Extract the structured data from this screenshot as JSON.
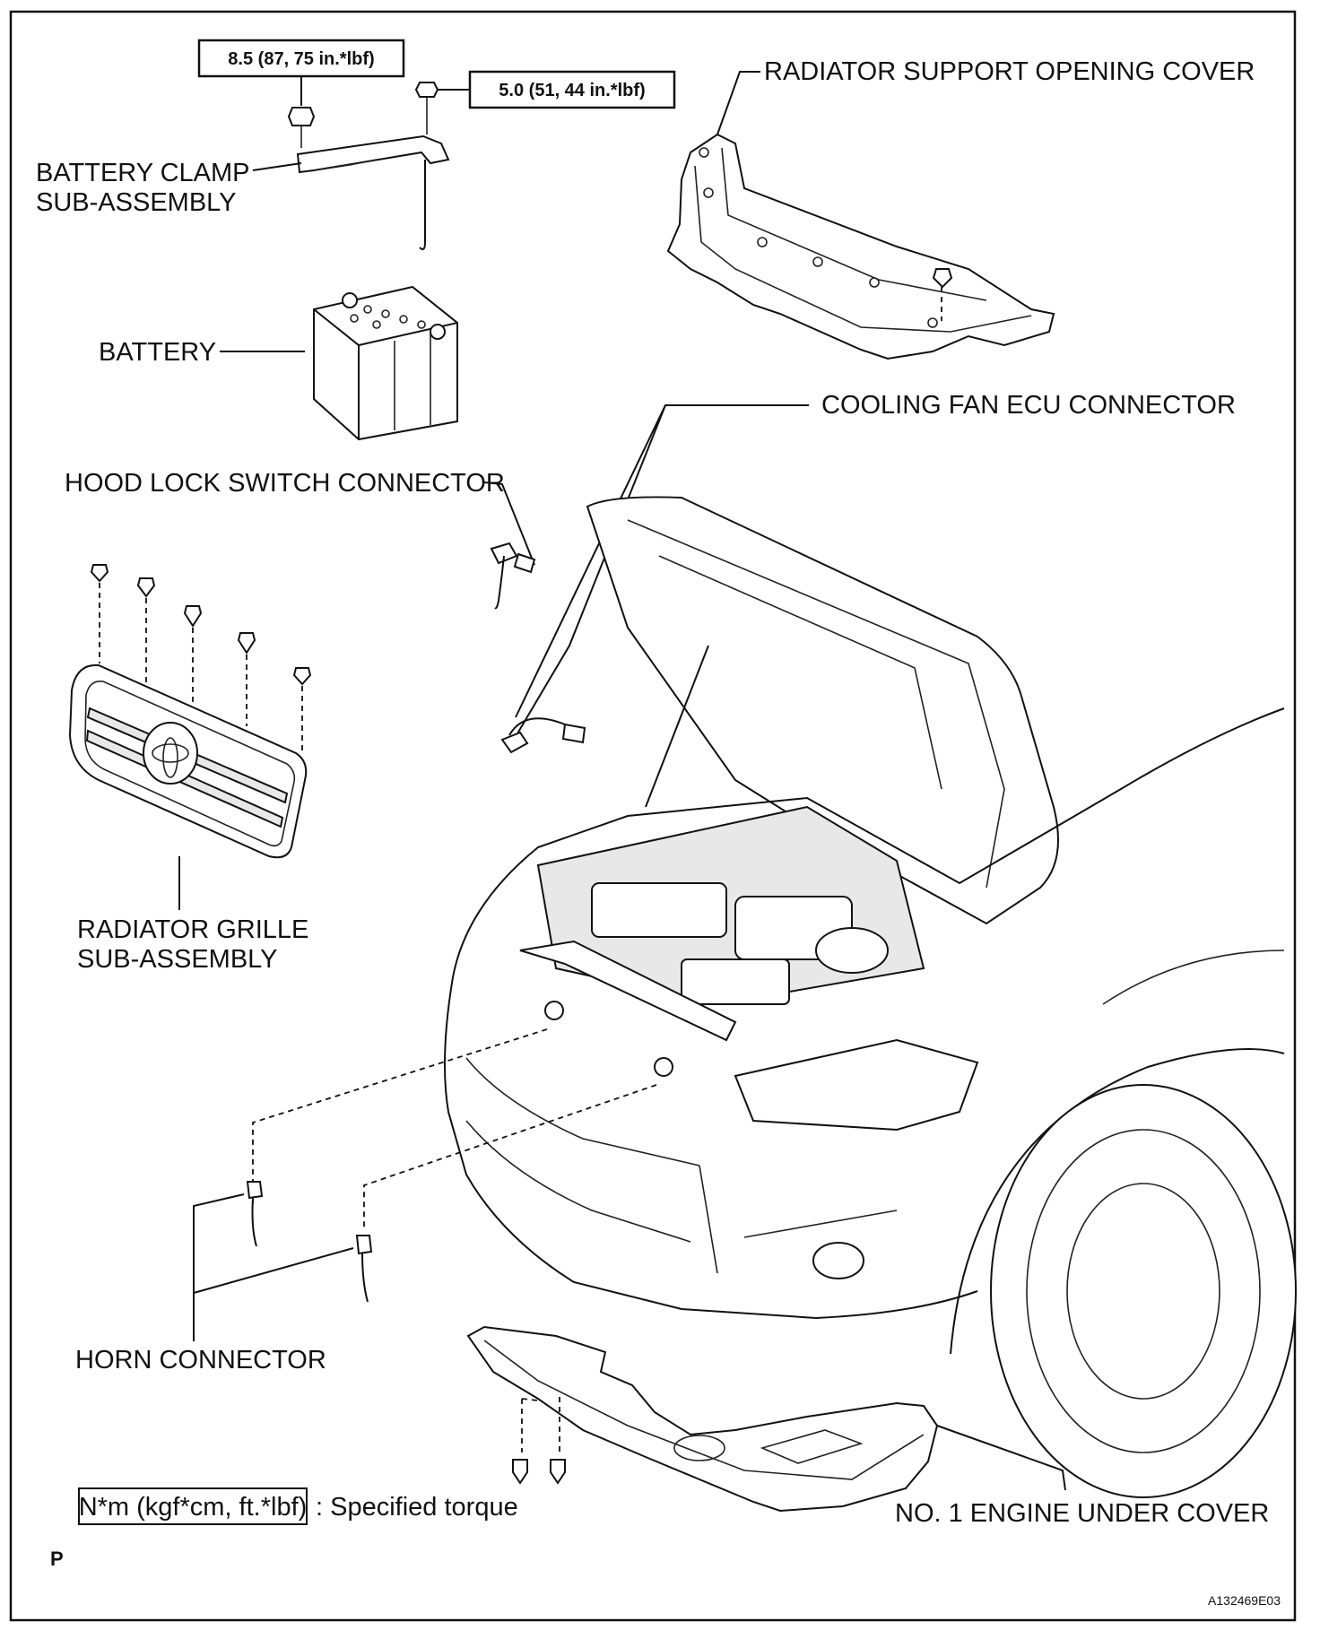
{
  "torque": {
    "clamp_bolt": "8.5 (87, 75 in.*lbf)",
    "clamp_nut": "5.0 (51, 44 in.*lbf)"
  },
  "labels": {
    "battery_clamp_1": "BATTERY CLAMP",
    "battery_clamp_2": "SUB-ASSEMBLY",
    "battery": "BATTERY",
    "radiator_support_cover": "RADIATOR SUPPORT OPENING COVER",
    "cooling_fan_connector": "COOLING FAN ECU CONNECTOR",
    "hood_lock_connector": "HOOD LOCK SWITCH CONNECTOR",
    "radiator_grille_1": "RADIATOR GRILLE",
    "radiator_grille_2": "SUB-ASSEMBLY",
    "horn_connector": "HORN CONNECTOR",
    "engine_under_cover": "NO. 1 ENGINE UNDER COVER"
  },
  "legend": {
    "unit": "N*m (kgf*cm, ft.*lbf)",
    "description": ": Specified torque"
  },
  "footer": {
    "page_mark": "P",
    "figure_id": "A132469E03"
  }
}
